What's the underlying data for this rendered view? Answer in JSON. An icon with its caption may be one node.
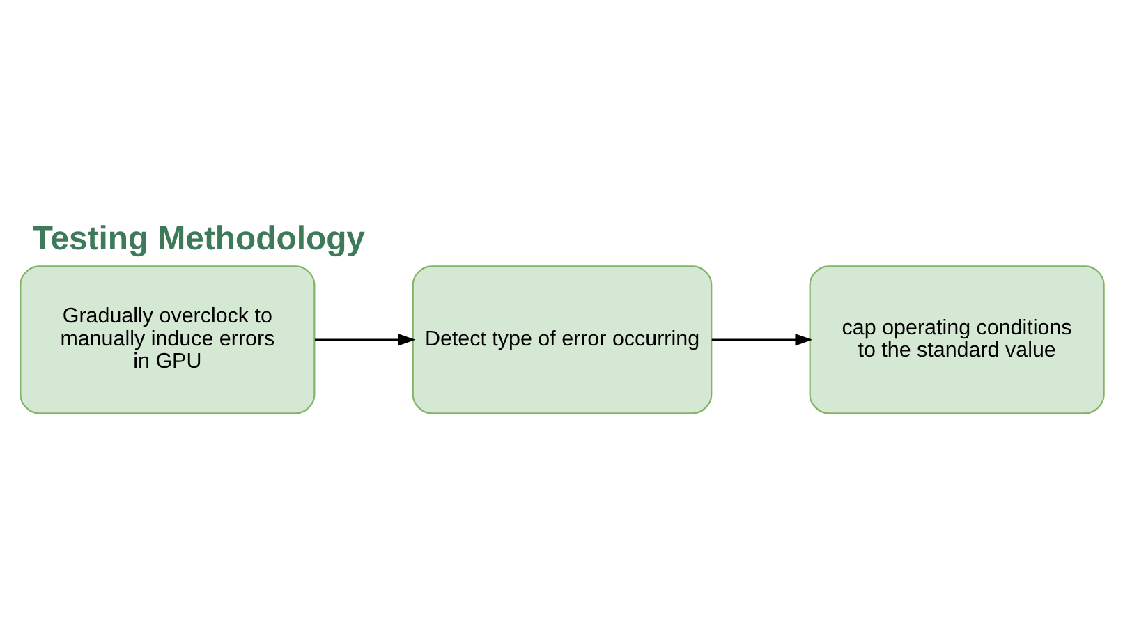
{
  "diagram": {
    "title": "Testing Methodology",
    "nodes": [
      {
        "text": [
          "Gradually overclock to manually induce errors in GPU"
        ]
      },
      {
        "text": [
          "Detect type of error occurring"
        ]
      },
      {
        "text": [
          "cap operating conditions to the standard value"
        ]
      }
    ],
    "edges": [
      {
        "from": 0,
        "to": 1,
        "arrow": "to"
      },
      {
        "from": 1,
        "to": 2,
        "arrow": "to"
      }
    ]
  }
}
